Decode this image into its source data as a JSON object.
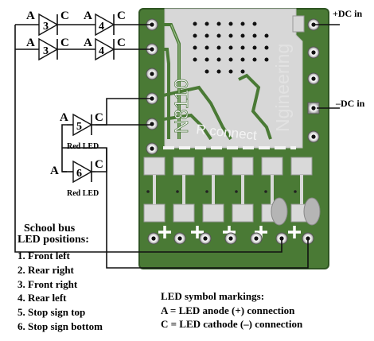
{
  "power": {
    "positive_label": "+DC in",
    "negative_label": "–DC in"
  },
  "board": {
    "model_text": "N8110",
    "brand_text": "Ngineering",
    "connect_text": "R connect",
    "board_color": "#4a7a35",
    "trace_color": "#d4d4d4"
  },
  "leds": [
    {
      "number": "3",
      "anode": "A",
      "cathode": "C"
    },
    {
      "number": "4",
      "anode": "A",
      "cathode": "C"
    },
    {
      "number": "3",
      "anode": "A",
      "cathode": "C"
    },
    {
      "number": "4",
      "anode": "A",
      "cathode": "C"
    },
    {
      "number": "5",
      "anode": "A",
      "cathode": "C",
      "caption": "Red LED"
    },
    {
      "number": "6",
      "anode": "A",
      "cathode": "C",
      "caption": "Red LED"
    }
  ],
  "positions": {
    "title": "School bus",
    "subtitle": "LED positions:",
    "items": [
      "1. Front left",
      "2. Rear right",
      "3. Front right",
      "4. Rear left",
      "5. Stop sign top",
      "6. Stop sign bottom"
    ]
  },
  "markings": {
    "title": "LED symbol markings:",
    "anode_line": "A = LED anode (+) connection",
    "cathode_line": "C = LED cathode (–) connection"
  }
}
